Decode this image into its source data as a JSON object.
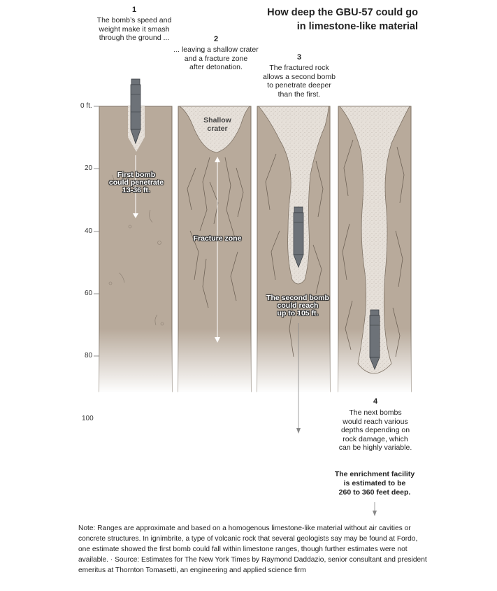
{
  "title_line1": "How deep the GBU-57 could go",
  "title_line2": "in limestone-like material",
  "depth_axis": {
    "unit_label": "0 ft.",
    "ticks": [
      "20",
      "40",
      "60",
      "80",
      "100"
    ]
  },
  "steps": [
    {
      "num": "1",
      "lines": [
        "The bomb’s speed and",
        "weight make it smash",
        "through the ground ..."
      ]
    },
    {
      "num": "2",
      "lines": [
        "... leaving a shallow crater",
        "and a fracture zone",
        "after detonation."
      ]
    },
    {
      "num": "3",
      "lines": [
        "The fractured rock",
        "allows a second bomb",
        "to penetrate deeper",
        "than the first."
      ]
    },
    {
      "num": "4",
      "lines": [
        "The next bombs",
        "would reach various",
        "depths depending on",
        "rock damage, which",
        "can be highly variable."
      ]
    }
  ],
  "labels": {
    "first_bomb": [
      "First bomb",
      "could penetrate",
      "13-36 ft."
    ],
    "crater": [
      "Shallow",
      "crater"
    ],
    "fracture_zone": "Fracture zone",
    "second_bomb": [
      "The second bomb",
      "could reach",
      "up to 105 ft."
    ]
  },
  "facility": [
    "The enrichment facility",
    "is estimated to be",
    "260 to 360 feet deep."
  ],
  "note": "Note: Ranges are approximate and based on a homogenous limestone-like material without air cavities or concrete structures. In ignimbrite, a type of volcanic rock that several geologists say may be found at Fordo, one estimate showed the first bomb could fall within limestone ranges, though further estimates were not available.  ·  Source: Estimates for The New York Times by Raymond Daddazio, senior consultant and president emeritus at Thornton Tomasetti, an engineering and applied science firm",
  "colors": {
    "rock": "#b8aa9b",
    "rock_dark": "#8e8174",
    "crack": "#6f6357",
    "bomb": "#6d7278",
    "crater": "#e4ddd5"
  }
}
